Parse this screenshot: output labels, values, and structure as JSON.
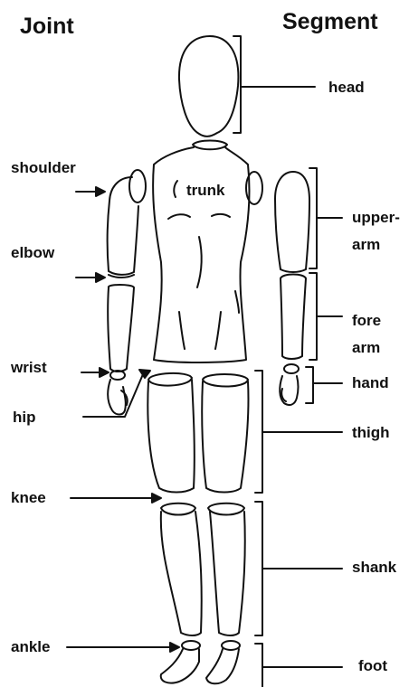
{
  "headers": {
    "joint": "Joint",
    "segment": "Segment"
  },
  "joints": {
    "shoulder": "shoulder",
    "elbow": "elbow",
    "wrist": "wrist",
    "hip": "hip",
    "knee": "knee",
    "ankle": "ankle"
  },
  "segments": {
    "head": "head",
    "trunk": "trunk",
    "upperarm_line1": "upper-",
    "upperarm_line2": "arm",
    "forearm_line1": "fore",
    "forearm_line2": "arm",
    "hand": "hand",
    "thigh": "thigh",
    "shank": "shank",
    "foot": "foot"
  }
}
